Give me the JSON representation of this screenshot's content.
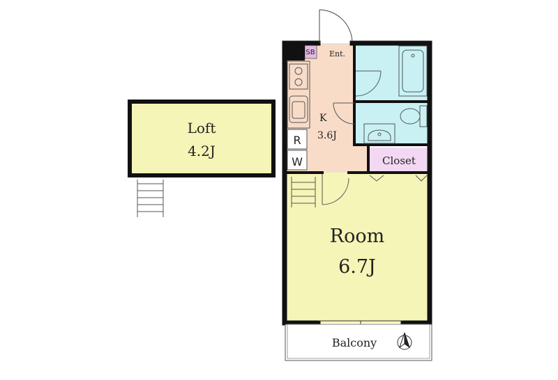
{
  "colors": {
    "wall": "#111111",
    "room_fill": "#f5f5b8",
    "kitchen_fill": "#f8dcc8",
    "bath_fill": "#c9f1f4",
    "closet_fill": "#f3d8f3",
    "sb_fill": "#e4b8e4",
    "balcony_fill": "#ffffff"
  },
  "loft": {
    "name": "Loft",
    "size": "4.2J"
  },
  "room": {
    "name": "Room",
    "size": "6.7J"
  },
  "kitchen": {
    "name": "K",
    "size": "3.6J"
  },
  "entrance": {
    "label": "Ent."
  },
  "shoe_box": {
    "label": "SB"
  },
  "closet": {
    "label": "Closet"
  },
  "refrigerator": {
    "label": "R"
  },
  "washer": {
    "label": "W"
  },
  "balcony": {
    "label": "Balcony"
  },
  "compass": {
    "icon": "north-arrow-icon"
  }
}
